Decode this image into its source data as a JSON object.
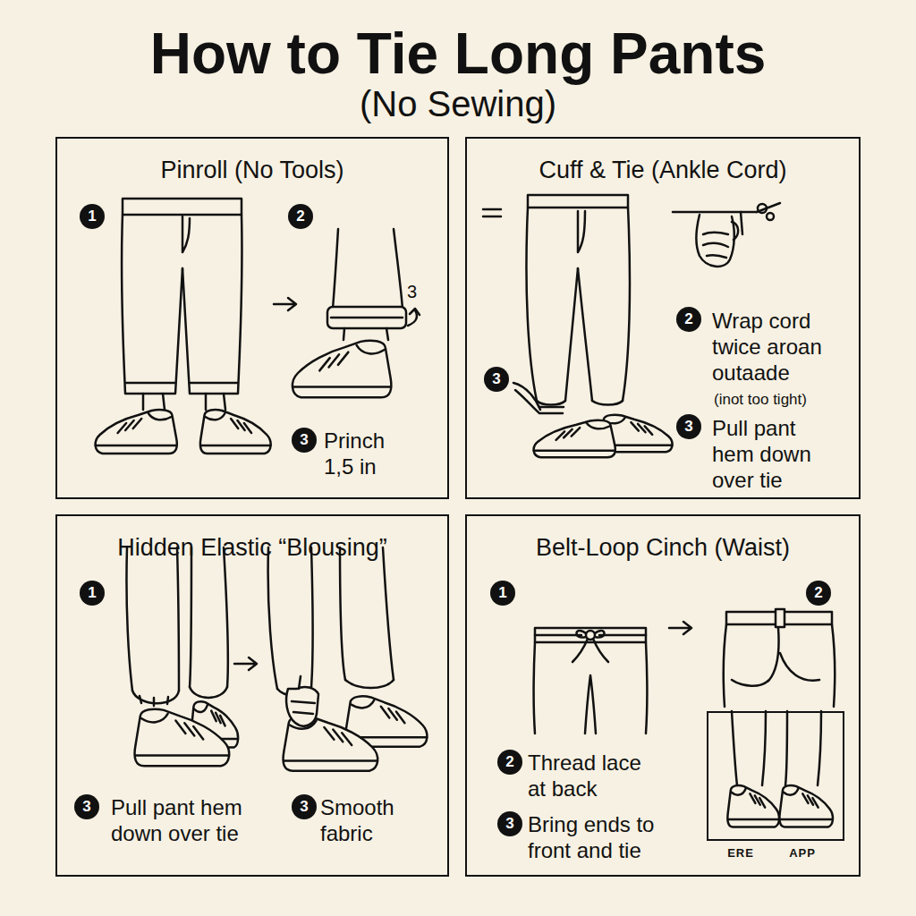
{
  "diagram": {
    "title": "How to Tie Long Pants",
    "nodes": [
      {
        "text": [
          "Pinroll (No Tools)",
          "1",
          "2",
          "3",
          "3",
          "Princh 1,5 in"
        ]
      },
      {
        "text": [
          "Cuff & Tie (Ankle Cord)",
          "2",
          "Wrap cord twice aroan outaade",
          "(inot too tight)",
          "3",
          "3",
          "Pull pant hem down over tie"
        ]
      },
      {
        "text": [
          "Hidden Elastic “Blousing”",
          "1",
          "3",
          "Pull pant hem down over tie",
          "3",
          "Smooth fabric"
        ]
      },
      {
        "text": [
          "Belt-Loop Cinch (Waist)",
          "1",
          "2",
          "2",
          "Thread lace at back",
          "3",
          "Bring ends to front and tie"
        ]
      },
      {
        "text": [
          "ERE",
          "APP"
        ],
        "in": 3
      }
    ],
    "labels": [
      "(No Sewing)"
    ]
  }
}
